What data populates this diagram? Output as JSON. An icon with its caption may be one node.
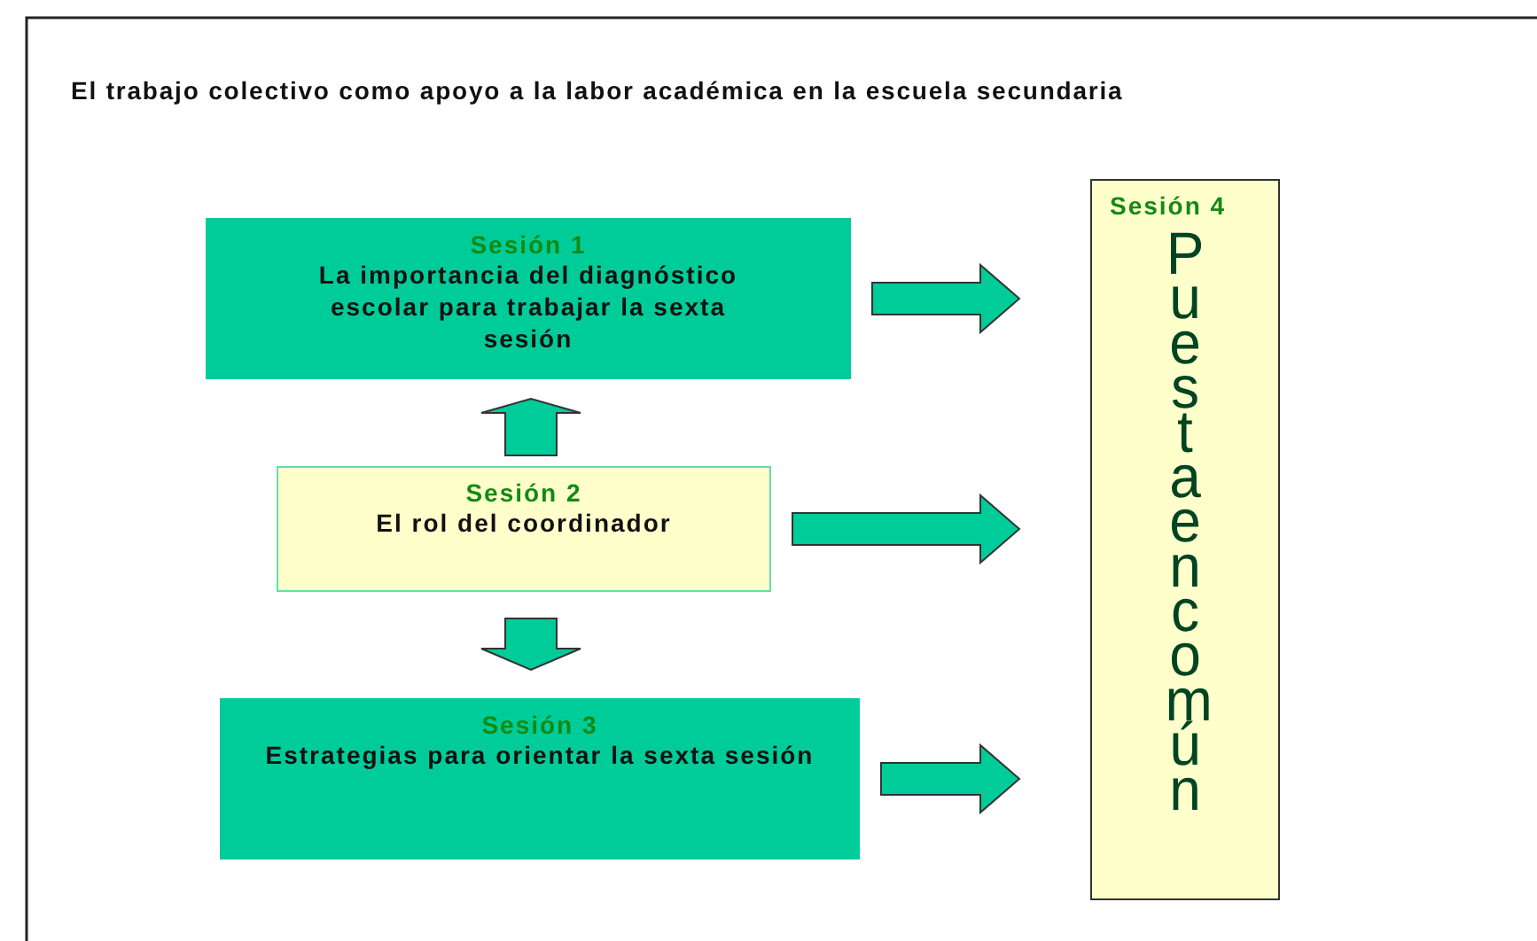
{
  "diagram": {
    "title": "El trabajo colectivo como apoyo a la labor académica en la escuela secundaria",
    "nodes": [
      {
        "text": [
          "Sesión 1",
          "La importancia del diagnóstico escolar para trabajar la sexta sesión"
        ]
      },
      {
        "text": [
          "Sesión 2",
          "El rol del coordinador"
        ]
      },
      {
        "text": [
          "Sesión 3",
          "Estrategias para orientar la sexta sesión"
        ]
      },
      {
        "text": [
          "Sesión 4",
          "Puesta en común"
        ]
      }
    ],
    "edges": [
      {
        "from": 0,
        "to": 3,
        "arrow": "to"
      },
      {
        "from": 1,
        "to": 3,
        "arrow": "to"
      },
      {
        "from": 2,
        "to": 3,
        "arrow": "to"
      },
      {
        "from": 1,
        "to": 0,
        "arrow": "to"
      },
      {
        "from": 1,
        "to": 2,
        "arrow": "to"
      }
    ]
  }
}
